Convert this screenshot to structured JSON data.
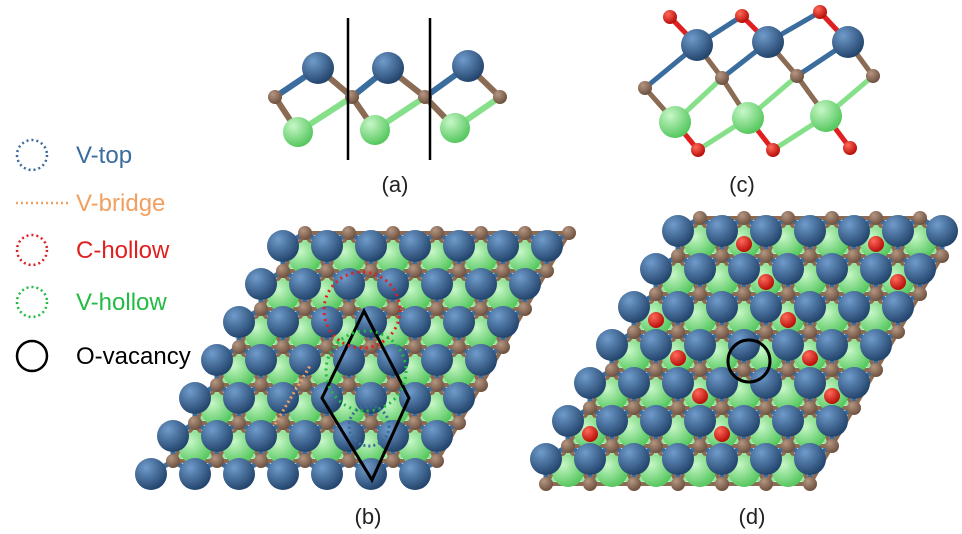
{
  "legend": {
    "items": [
      {
        "key": "v_top",
        "label": "V-top",
        "color": "#3B6C9E",
        "style": "dotted-circle"
      },
      {
        "key": "v_bridge",
        "label": "V-bridge",
        "color": "#F0A060",
        "style": "dotted-line"
      },
      {
        "key": "c_hollow",
        "label": "C-hollow",
        "color": "#E02020",
        "style": "dotted-circle"
      },
      {
        "key": "v_hollow",
        "label": "V-hollow",
        "color": "#22BB44",
        "style": "dotted-circle"
      },
      {
        "key": "o_vacancy",
        "label": "O-vacancy",
        "color": "#000000",
        "style": "solid-circle"
      }
    ]
  },
  "panels": {
    "a": {
      "label": "(a)"
    },
    "b": {
      "label": "(b)"
    },
    "c": {
      "label": "(c)"
    },
    "d": {
      "label": "(d)"
    }
  },
  "colors": {
    "v_atom": "#2E5A8A",
    "c_atom": "#8B6B54",
    "green_atom": "#86E08A",
    "o_atom": "#E0201A",
    "cell_line": "#000000"
  }
}
